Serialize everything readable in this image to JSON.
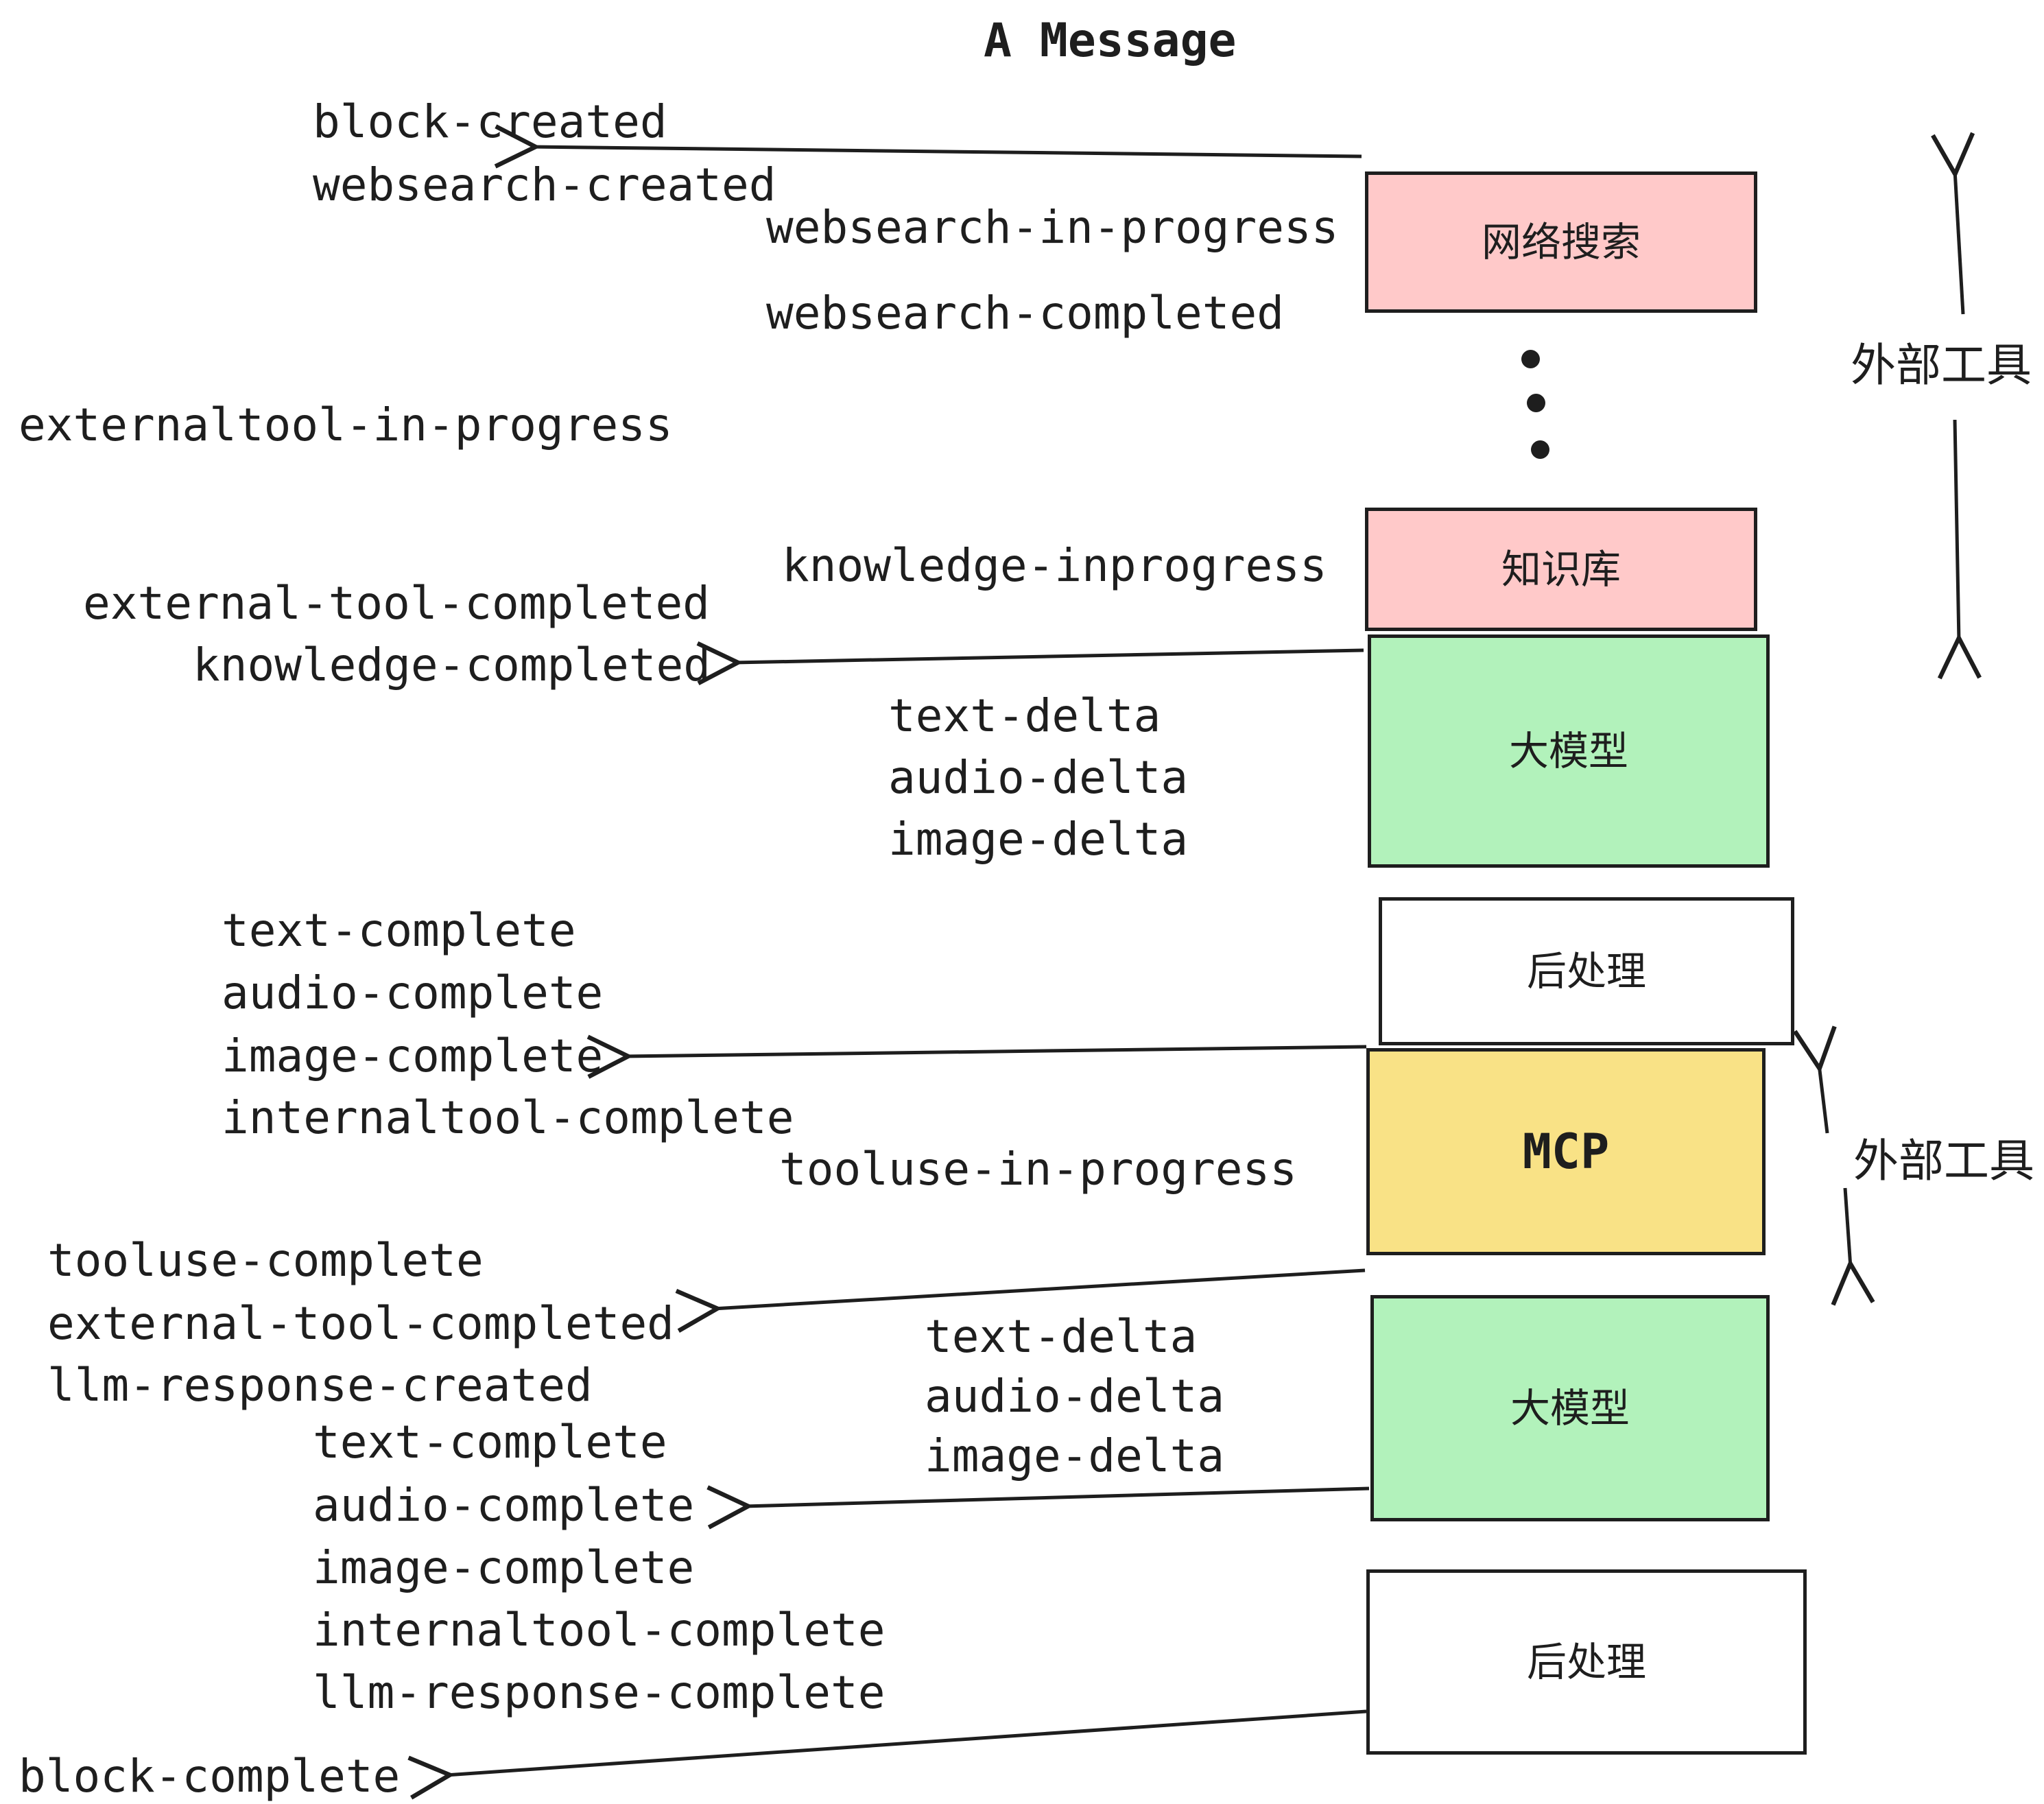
{
  "title": "A Message",
  "events": [
    "block-created",
    "websearch-created",
    "websearch-in-progress",
    "websearch-completed",
    "externaltool-in-progress",
    "knowledge-inprogress",
    "external-tool-completed",
    "knowledge-completed",
    "text-delta",
    "audio-delta",
    "image-delta",
    "text-complete",
    "audio-complete",
    "image-complete",
    "internaltool-complete",
    "tooluse-in-progress",
    "tooluse-complete",
    "external-tool-completed",
    "llm-response-created",
    "text-complete",
    "audio-complete",
    "image-complete",
    "internaltool-complete",
    "llm-response-complete",
    "text-delta",
    "audio-delta",
    "image-delta",
    "block-complete"
  ],
  "nodes": [
    {
      "label": "网络搜索",
      "type": "pink"
    },
    {
      "label": "知识库",
      "type": "pink"
    },
    {
      "label": "大模型",
      "type": "green"
    },
    {
      "label": "后处理",
      "type": "white"
    },
    {
      "label": "MCP",
      "type": "yellow"
    },
    {
      "label": "大模型",
      "type": "green"
    },
    {
      "label": "后处理",
      "type": "white"
    }
  ],
  "side_labels": {
    "external_tools_top": "外部工具",
    "external_tools_bottom": "外部工具"
  },
  "colors": {
    "node_pink": "#ffc9c9",
    "node_green": "#b2f2bb",
    "node_yellow": "#f9e286",
    "stroke": "#1e1e1e"
  }
}
